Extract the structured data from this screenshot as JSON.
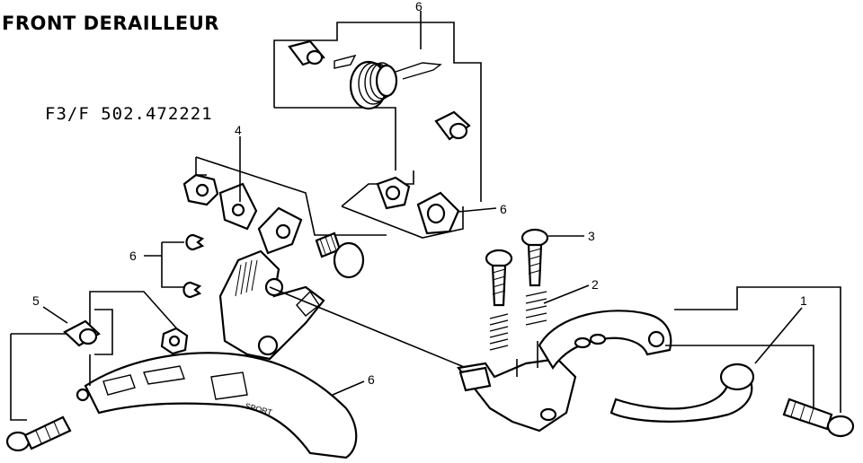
{
  "title": "FRONT DERAILLEUR",
  "model_number": "F3/F 502.472221",
  "callouts": {
    "c1": "1",
    "c2": "2",
    "c3": "3",
    "c4": "4",
    "c5": "5",
    "c6_top": "6",
    "c6_right_washer": "6",
    "c6_clips": "6",
    "c6_cage": "6"
  }
}
